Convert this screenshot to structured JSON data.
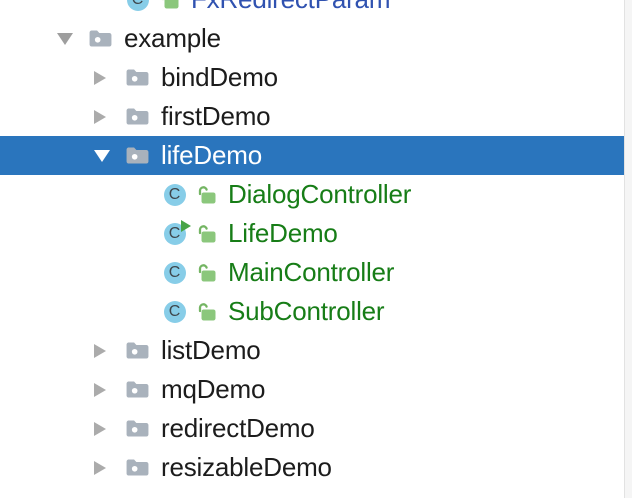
{
  "panel": {
    "kind": "project-tree",
    "class_icon_letter": "C"
  },
  "colors": {
    "selection_bg": "#2A75BD",
    "chevron_collapsed": "#ABABAB",
    "chevron_expanded": "#9E9E9E",
    "folder_icon": "#A9B2BC",
    "folder_dot": "#FFFFFF",
    "class_circle": "#87CDE8",
    "class_letter": "#3F474D",
    "run_arrow": "#48A447",
    "lock_body": "#8BC77C",
    "lock_shackle": "#74B563",
    "label_default": "#1C1C1C",
    "label_class": "#177D17",
    "label_cut_row": "#3052B0",
    "label_selected": "#FFFFFF",
    "scrollbar_track": "#F5F5F5",
    "scrollbar_track_line": "#E2E2E2"
  },
  "tree": {
    "rows": [
      {
        "label": "FxRedirectParam",
        "type": "class",
        "level": 1,
        "chevron": "none",
        "selected": false,
        "runnable": false,
        "cut_top": true,
        "label_style": "blue"
      },
      {
        "label": "example",
        "type": "package",
        "level": 0,
        "chevron": "expanded",
        "selected": false,
        "label_style": "default"
      },
      {
        "label": "bindDemo",
        "type": "package",
        "level": 1,
        "chevron": "collapsed",
        "selected": false,
        "label_style": "default"
      },
      {
        "label": "firstDemo",
        "type": "package",
        "level": 1,
        "chevron": "collapsed",
        "selected": false,
        "label_style": "default"
      },
      {
        "label": "lifeDemo",
        "type": "package",
        "level": 1,
        "chevron": "expanded",
        "selected": true,
        "label_style": "default"
      },
      {
        "label": "DialogController",
        "type": "class",
        "level": 2,
        "chevron": "none",
        "selected": false,
        "runnable": false,
        "label_style": "green"
      },
      {
        "label": "LifeDemo",
        "type": "class",
        "level": 2,
        "chevron": "none",
        "selected": false,
        "runnable": true,
        "label_style": "green"
      },
      {
        "label": "MainController",
        "type": "class",
        "level": 2,
        "chevron": "none",
        "selected": false,
        "runnable": false,
        "label_style": "green"
      },
      {
        "label": "SubController",
        "type": "class",
        "level": 2,
        "chevron": "none",
        "selected": false,
        "runnable": false,
        "label_style": "green"
      },
      {
        "label": "listDemo",
        "type": "package",
        "level": 1,
        "chevron": "collapsed",
        "selected": false,
        "label_style": "default"
      },
      {
        "label": "mqDemo",
        "type": "package",
        "level": 1,
        "chevron": "collapsed",
        "selected": false,
        "label_style": "default"
      },
      {
        "label": "redirectDemo",
        "type": "package",
        "level": 1,
        "chevron": "collapsed",
        "selected": false,
        "label_style": "default"
      },
      {
        "label": "resizableDemo",
        "type": "package",
        "level": 1,
        "chevron": "collapsed",
        "selected": false,
        "label_style": "default"
      }
    ]
  }
}
